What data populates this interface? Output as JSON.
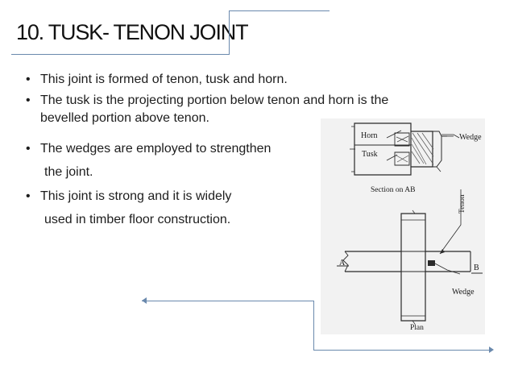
{
  "slide": {
    "title": "10. TUSK- TENON JOINT",
    "bullets": [
      {
        "lines": [
          "This joint is formed of tenon, tusk and horn."
        ]
      },
      {
        "lines": [
          "The tusk is the projecting portion below tenon and horn is the",
          "bevelled portion above tenon."
        ]
      },
      {
        "lines": [
          "The wedges are employed to strengthen",
          "the joint."
        ]
      },
      {
        "lines": [
          "This joint is strong and it is widely",
          "used in timber floor construction."
        ]
      }
    ]
  },
  "diagram": {
    "labels": {
      "horn": "Horn",
      "tusk": "Tusk",
      "wedge_top": "Wedge",
      "section_caption": "Section on AB",
      "tenon": "Tenon",
      "label_a": "A",
      "label_b": "B",
      "wedge_bottom": "Wedge",
      "plan": "Plan"
    }
  },
  "colors": {
    "accent": "#6a89ad",
    "text": "#1d1d1d",
    "diagram_bg": "#f2f2f2"
  }
}
